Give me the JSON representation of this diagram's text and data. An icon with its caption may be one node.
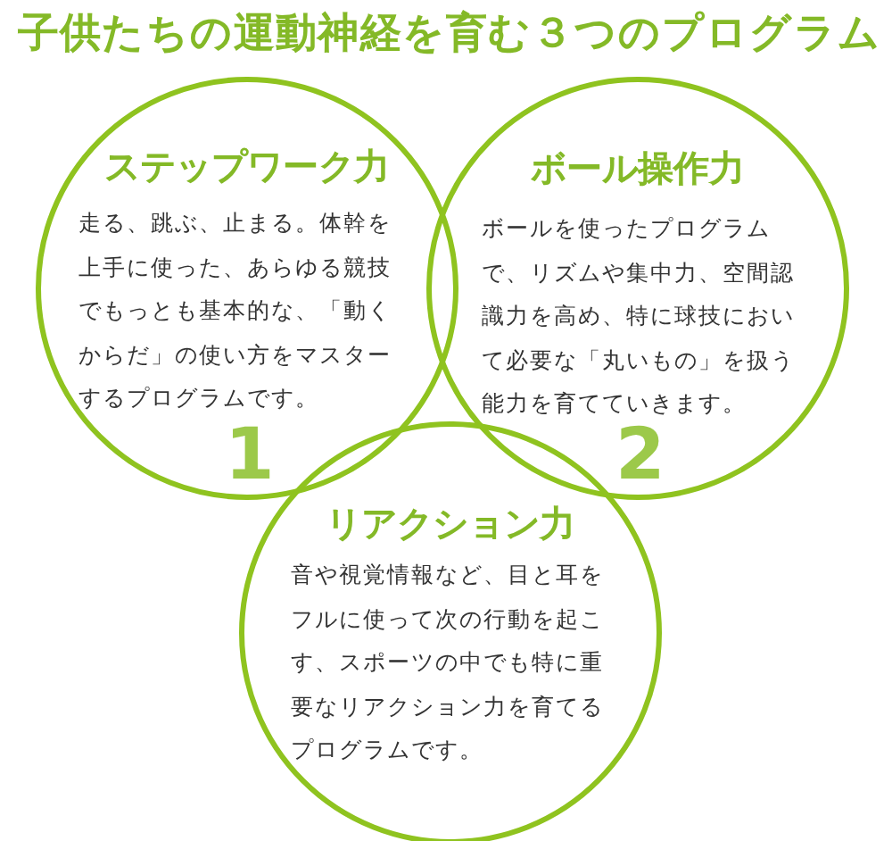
{
  "diagram": {
    "title": "子供たちの運動神経を育む３つのプログラム",
    "nodes": [
      {
        "text": [
          "ステップワーク力",
          "走る、跳ぶ、止まる。体幹を上手に使った、あらゆる競技でもっとも基本的な、「動くからだ」の使い方をマスターするプログラムです。",
          "1"
        ]
      },
      {
        "text": [
          "ボール操作力",
          "ボールを使ったプログラムで、リズムや集中力、空間認識力を高め、特に球技において必要な「丸いもの」を扱う能力を育てていきます。",
          "2"
        ]
      },
      {
        "text": [
          "リアクション力",
          "音や視覚情報など、目と耳をフルに使って次の行動を起こす、スポーツの中でも特に重要なリアクション力を育てるプログラムです。"
        ]
      }
    ]
  }
}
